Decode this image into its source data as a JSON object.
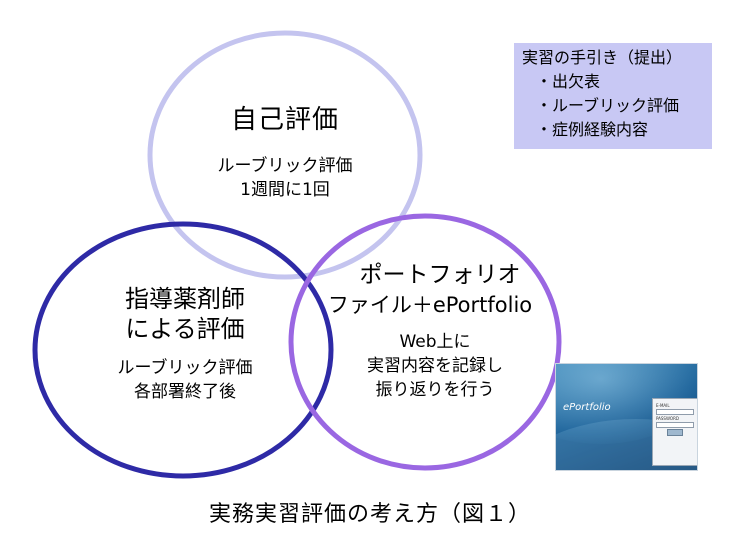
{
  "colors": {
    "circle_self": "#c4c4ef",
    "circle_pharmacist": "#2e2aa6",
    "circle_portfolio": "#9a67e2",
    "info_box_bg": "#c8c8f4"
  },
  "self_eval": {
    "title": "自己評価",
    "line1": "ルーブリック評価",
    "line2": "1週間に1回"
  },
  "pharmacist_eval": {
    "title_line1": "指導薬剤師",
    "title_line2": "による評価",
    "line1": "ルーブリック評価",
    "line2": "各部署終了後"
  },
  "portfolio": {
    "title_line1": "ポートフォリオ",
    "title_line2": "ファイル＋ePortfolio",
    "line1": "Web上に",
    "line2": "実習内容を記録し",
    "line3": "振り返りを行う"
  },
  "info_box": {
    "heading": "実習の手引き（提出）",
    "items": [
      "・出欠表",
      "・ルーブリック評価",
      "・症例経験内容"
    ]
  },
  "thumbnail": {
    "logo_text": "ePortfolio",
    "field_label_1": "E-MAIL",
    "field_label_2": "PASSWORD"
  },
  "caption": "実務実習評価の考え方（図１）"
}
